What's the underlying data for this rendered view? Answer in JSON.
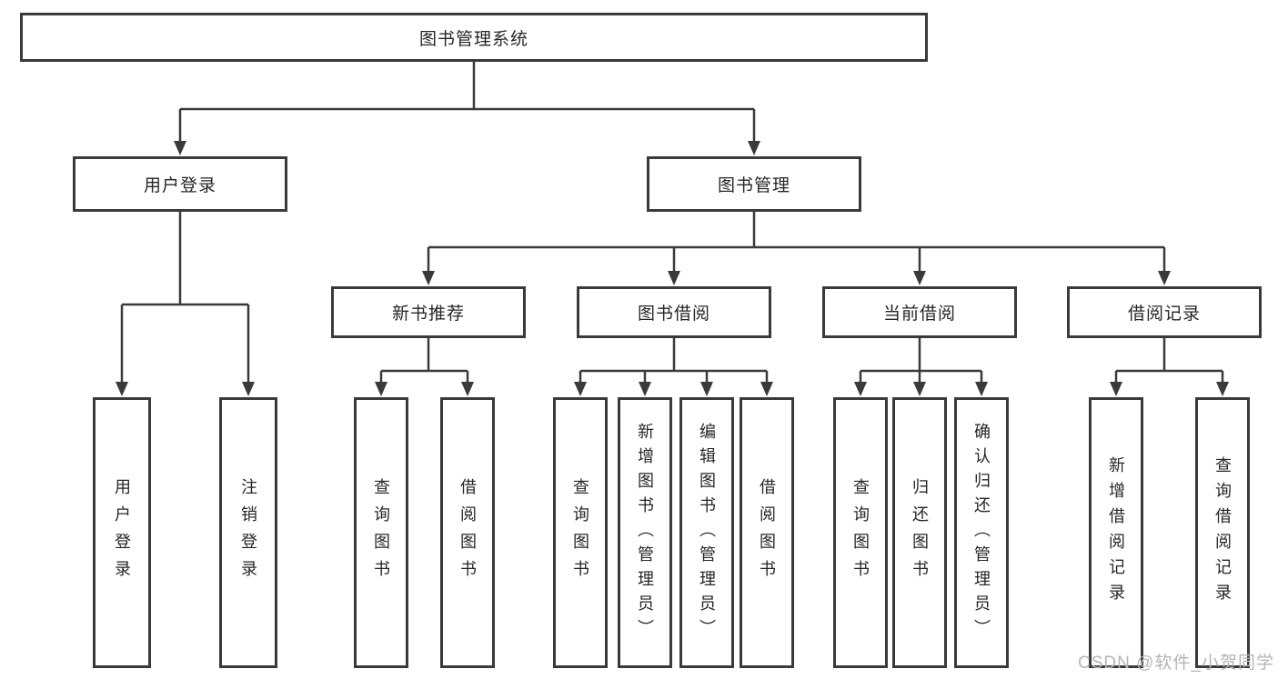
{
  "diagram": {
    "root": {
      "label": "图书管理系统"
    },
    "user_login": {
      "label": "用户登录",
      "children": [
        {
          "label": "用户登录"
        },
        {
          "label": "注销登录"
        }
      ]
    },
    "book_mgmt": {
      "label": "图书管理",
      "children": [
        {
          "label": "新书推荐",
          "children": [
            {
              "label": "查询图书"
            },
            {
              "label": "借阅图书"
            }
          ]
        },
        {
          "label": "图书借阅",
          "children": [
            {
              "label": "查询图书"
            },
            {
              "label": "新增图书（管理员）"
            },
            {
              "label": "编辑图书（管理员）"
            },
            {
              "label": "借阅图书"
            }
          ]
        },
        {
          "label": "当前借阅",
          "children": [
            {
              "label": "查询图书"
            },
            {
              "label": "归还图书"
            },
            {
              "label": "确认归还（管理员）"
            }
          ]
        },
        {
          "label": "借阅记录",
          "children": [
            {
              "label": "新增借阅记录"
            },
            {
              "label": "查询借阅记录"
            }
          ]
        }
      ]
    },
    "colors": {
      "line": "#3a3a3a",
      "text": "#262626",
      "background": "#ffffff",
      "watermark": "#b5b5b5"
    }
  },
  "watermark": {
    "text": "CSDN @软件_小贺同学"
  }
}
